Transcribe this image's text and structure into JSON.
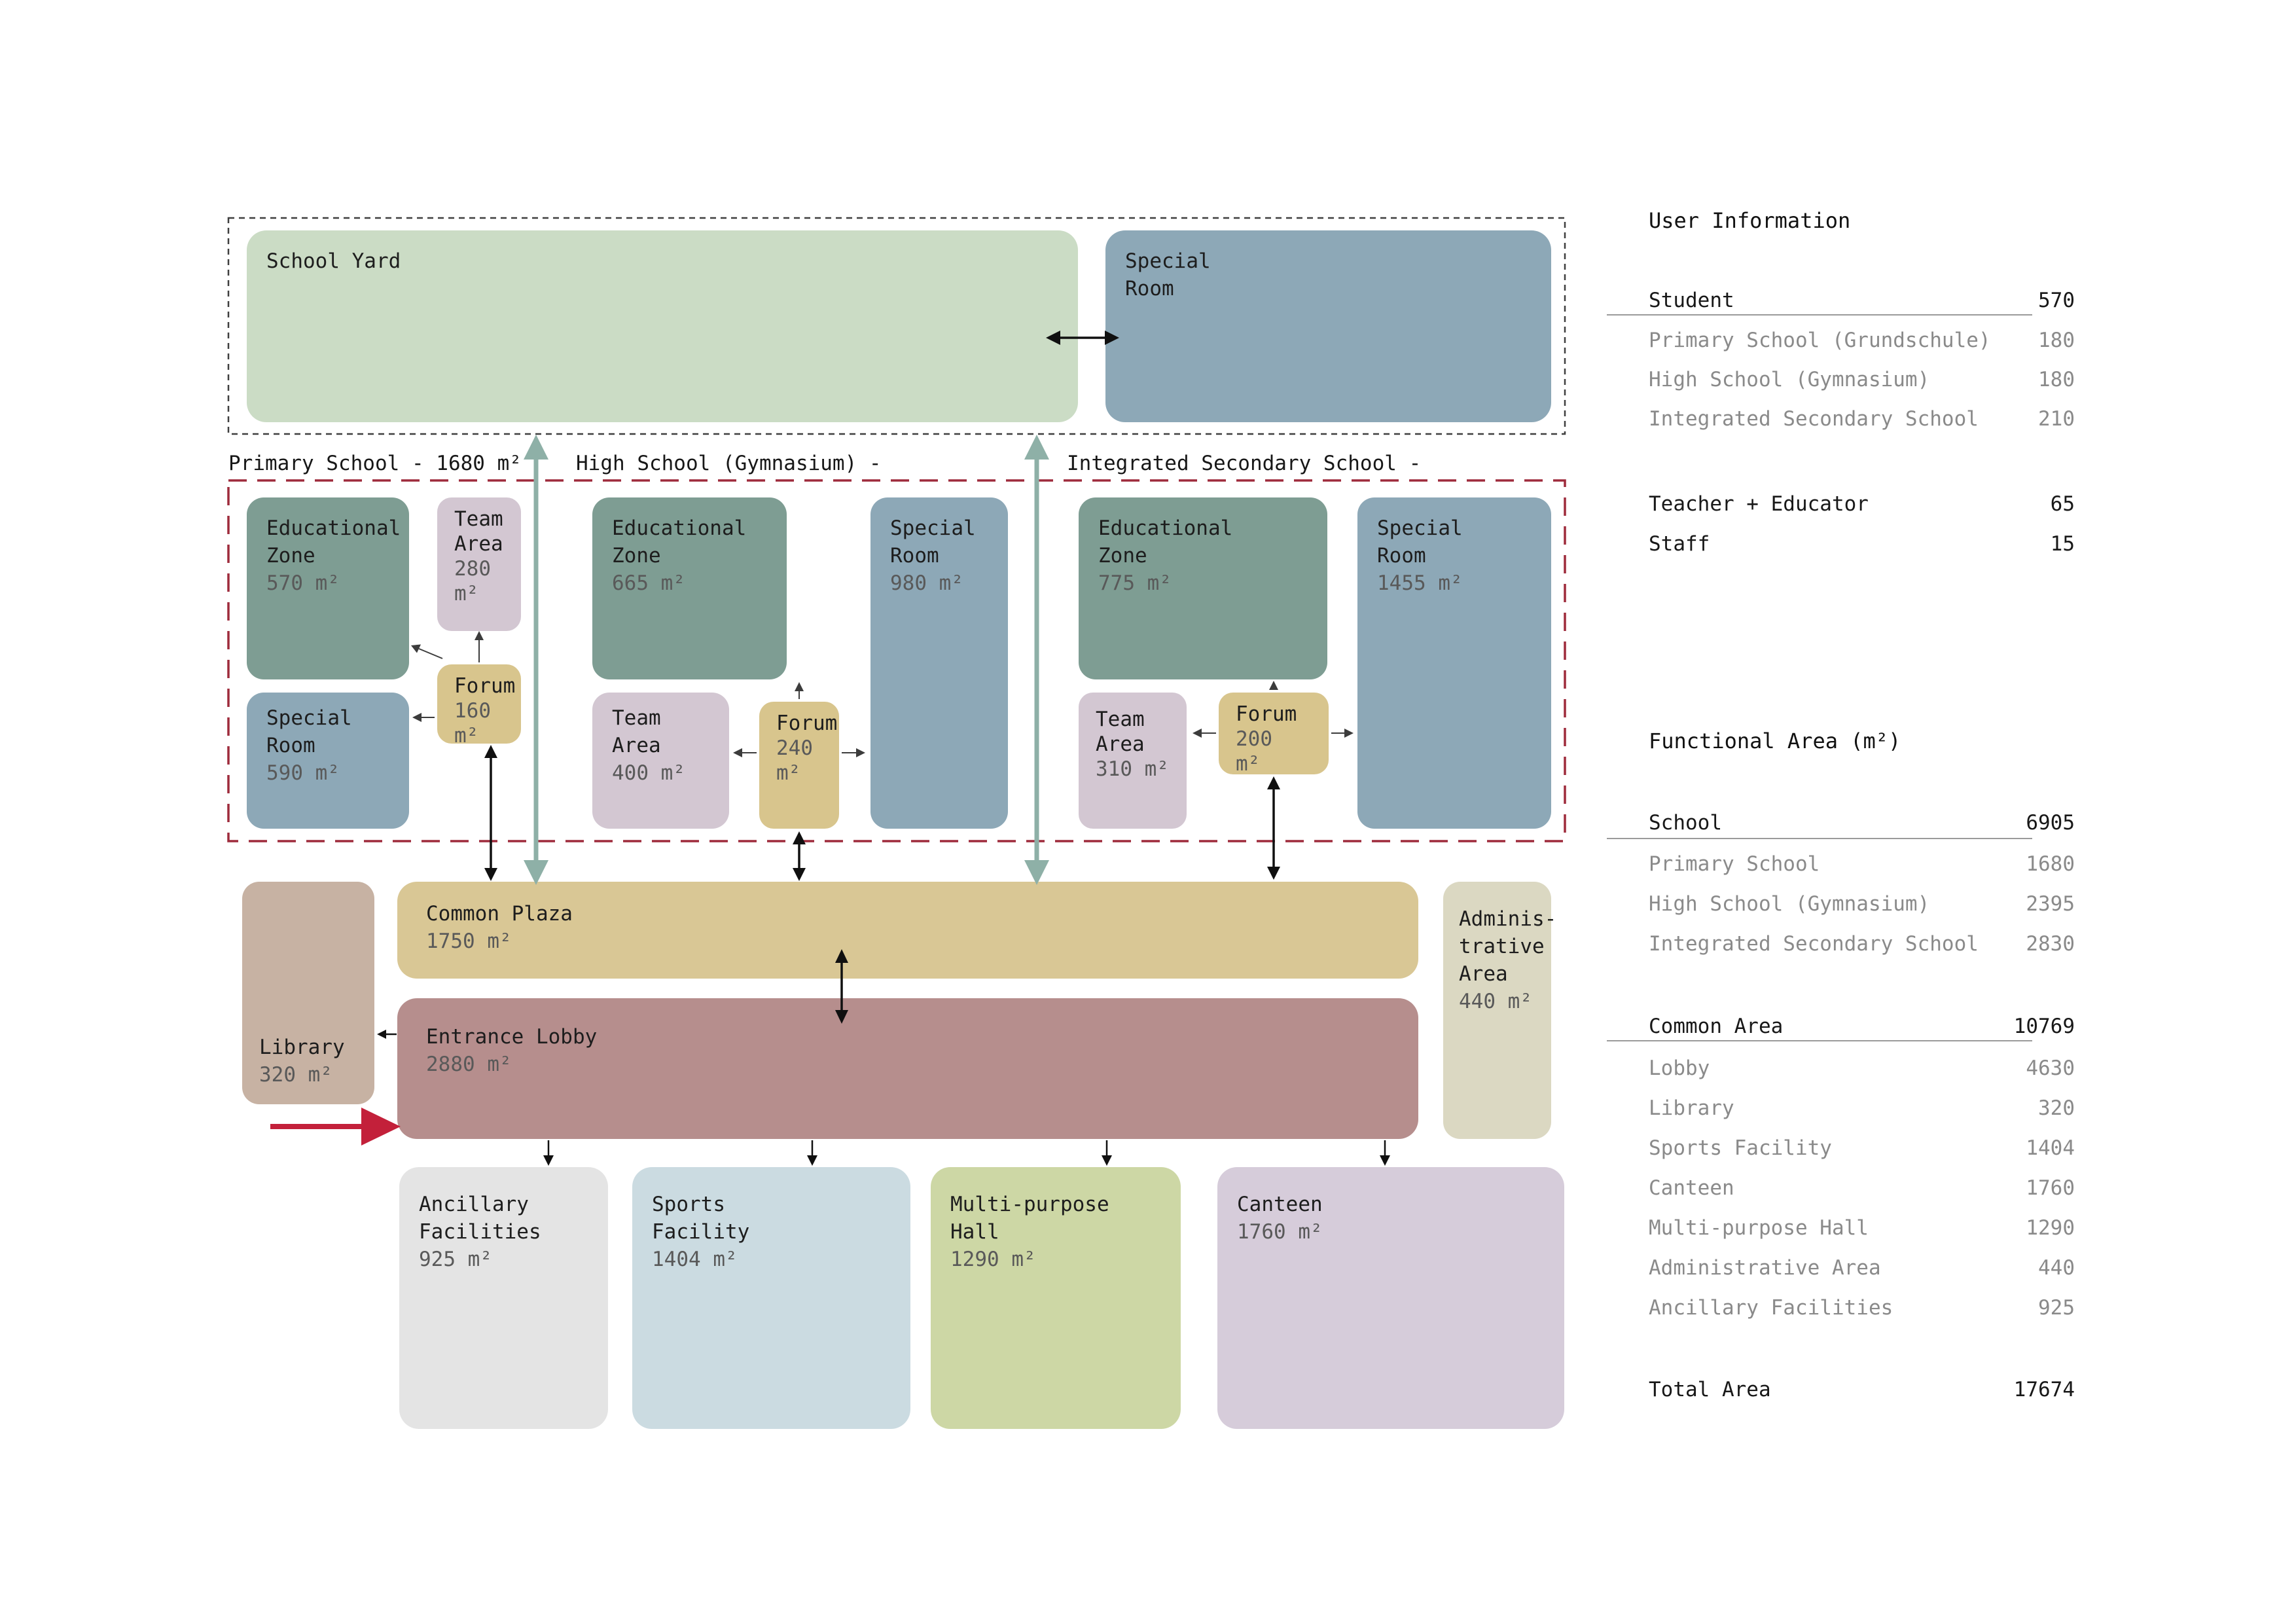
{
  "colors": {
    "school_yard": "#cbdcc5",
    "special_room": "#8da8b7",
    "educational_zone": "#7e9d93",
    "team_area": "#d3c7d2",
    "forum": "#d8c58d",
    "common_plaza": "#d9c795",
    "entrance_lobby": "#b68e8d",
    "library": "#c7b2a3",
    "administrative_area": "#dbd8c2",
    "ancillary_facilities": "#e4e4e4",
    "sports_facility": "#cbdbe1",
    "multi_purpose_hall": "#cdd7a5",
    "canteen": "#d6ccda",
    "school_boundary_dash": "#9e2b3c",
    "yard_boundary_dash": "#3f3f3f",
    "teal_arrow": "#8eb0a7",
    "entrance_arrow": "#c3203a"
  },
  "rooms": {
    "top": {
      "school_yard": {
        "title": "School Yard"
      },
      "special_room": {
        "title": "Special\nRoom"
      }
    },
    "primary": {
      "label": "Primary School - 1680 m²",
      "educational_zone": {
        "title": "Educational\nZone",
        "area": "570 m²"
      },
      "team_area": {
        "title": "Team\nArea",
        "area": "280\nm²"
      },
      "forum": {
        "title": "Forum",
        "area": "160\nm²"
      },
      "special_room": {
        "title": "Special\nRoom",
        "area": "590 m²"
      }
    },
    "high": {
      "label": "High School (Gymnasium) -",
      "educational_zone": {
        "title": "Educational\nZone",
        "area": "665 m²"
      },
      "team_area": {
        "title": "Team Area",
        "area": "400 m²"
      },
      "forum": {
        "title": "Forum",
        "area": "240\nm²"
      },
      "special_room": {
        "title": "Special\nRoom",
        "area": "980 m²"
      }
    },
    "integrated": {
      "label": "Integrated Secondary School -",
      "educational_zone": {
        "title": "Educational\nZone",
        "area": "775 m²"
      },
      "team_area": {
        "title": "Team\nArea",
        "area": "310 m²"
      },
      "forum": {
        "title": "Forum",
        "area": "200\nm²"
      },
      "special_room": {
        "title": "Special\nRoom",
        "area": "1455 m²"
      }
    },
    "common": {
      "common_plaza": {
        "title": "Common Plaza",
        "area": "1750 m²"
      },
      "entrance_lobby": {
        "title": "Entrance Lobby",
        "area": "2880 m²"
      },
      "library": {
        "title": "Library",
        "area": "320 m²"
      },
      "administrative_area": {
        "title": "Adminis-\ntrative\nArea",
        "area": "440 m²"
      },
      "ancillary_facilities": {
        "title": "Ancillary\nFacilities",
        "area": "925 m²"
      },
      "sports_facility": {
        "title": "Sports\nFacility",
        "area": "1404 m²"
      },
      "multi_purpose_hall": {
        "title": "Multi-purpose\nHall",
        "area": "1290 m²"
      },
      "canteen": {
        "title": "Canteen",
        "area": "1760 m²"
      }
    }
  },
  "sidebar": {
    "user_information": {
      "title": "User Information",
      "rows": [
        {
          "label": "Student",
          "value": "570"
        },
        {
          "label": "Primary School (Grundschule)",
          "value": "180"
        },
        {
          "label": "High School (Gymnasium)",
          "value": "180"
        },
        {
          "label": "Integrated Secondary School",
          "value": "210"
        },
        {
          "label": "Teacher + Educator",
          "value": "65"
        },
        {
          "label": "Staff",
          "value": "15"
        }
      ]
    },
    "functional_area": {
      "title": "Functional Area (m²)",
      "rows": [
        {
          "label": "School",
          "value": "6905"
        },
        {
          "label": "Primary School",
          "value": "1680"
        },
        {
          "label": "High School (Gymnasium)",
          "value": "2395"
        },
        {
          "label": "Integrated Secondary School",
          "value": "2830"
        },
        {
          "label": "Common Area",
          "value": "10769"
        },
        {
          "label": "Lobby",
          "value": "4630"
        },
        {
          "label": "Library",
          "value": "320"
        },
        {
          "label": "Sports Facility",
          "value": "1404"
        },
        {
          "label": "Canteen",
          "value": "1760"
        },
        {
          "label": "Multi-purpose Hall",
          "value": "1290"
        },
        {
          "label": "Administrative Area",
          "value": "440"
        },
        {
          "label": "Ancillary Facilities",
          "value": "925"
        }
      ]
    },
    "total": {
      "label": "Total Area",
      "value": "17674"
    }
  }
}
